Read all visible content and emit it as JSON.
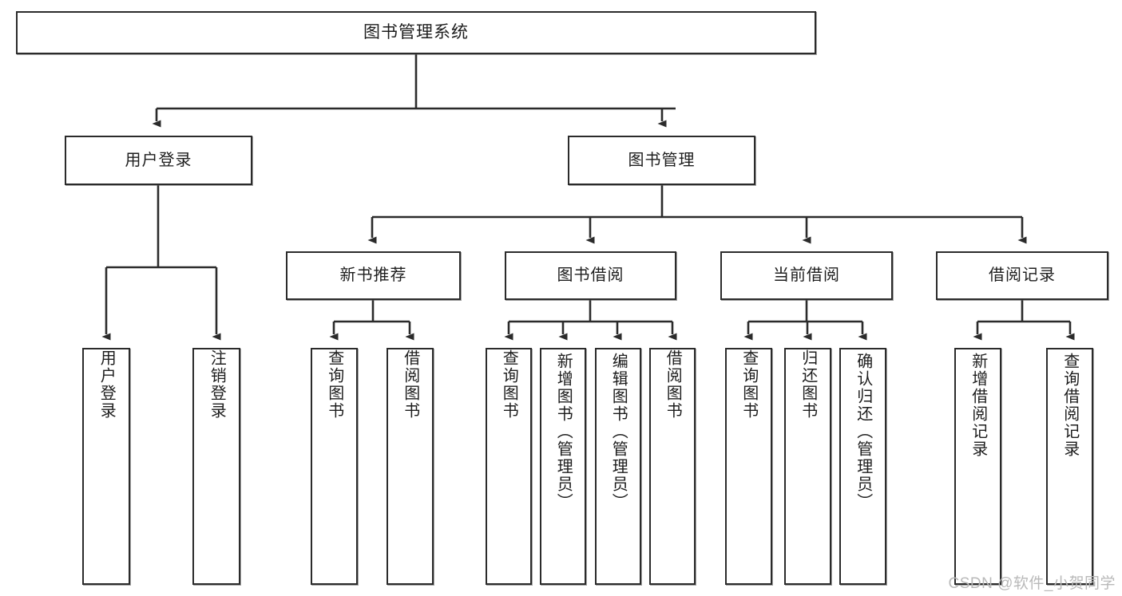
{
  "diagram": {
    "title": "图书管理系统",
    "type": "tree",
    "stroke_color": "#2b2b2b",
    "text_color": "#1d1d1d",
    "background": "#ffffff",
    "nodes": {
      "root": {
        "label": "图书管理系统"
      },
      "level1": [
        {
          "id": "user-login",
          "label": "用户登录"
        },
        {
          "id": "book-manage",
          "label": "图书管理"
        }
      ],
      "level2": [
        {
          "id": "new-book-recommend",
          "label": "新书推荐"
        },
        {
          "id": "book-borrow",
          "label": "图书借阅"
        },
        {
          "id": "current-borrow",
          "label": "当前借阅"
        },
        {
          "id": "borrow-record",
          "label": "借阅记录"
        }
      ],
      "leaves": {
        "user-login": [
          {
            "id": "leaf-user-login",
            "label": "用户登录"
          },
          {
            "id": "leaf-logout-login",
            "label": "注销登录"
          }
        ],
        "new-book-recommend": [
          {
            "id": "leaf-query-book-1",
            "label": "查询图书"
          },
          {
            "id": "leaf-borrow-book-1",
            "label": "借阅图书"
          }
        ],
        "book-borrow": [
          {
            "id": "leaf-query-book-2",
            "label": "查询图书"
          },
          {
            "id": "leaf-add-book",
            "label": "新增图书（管理员）"
          },
          {
            "id": "leaf-edit-book",
            "label": "编辑图书（管理员）"
          },
          {
            "id": "leaf-borrow-book-2",
            "label": "借阅图书"
          }
        ],
        "current-borrow": [
          {
            "id": "leaf-query-book-3",
            "label": "查询图书"
          },
          {
            "id": "leaf-return-book",
            "label": "归还图书"
          },
          {
            "id": "leaf-confirm-return",
            "label": "确认归还（管理员）"
          }
        ],
        "borrow-record": [
          {
            "id": "leaf-add-record",
            "label": "新增借阅记录"
          },
          {
            "id": "leaf-query-record",
            "label": "查询借阅记录"
          }
        ]
      }
    }
  },
  "watermark": {
    "text": "CSDN @软件_小贺同学"
  }
}
